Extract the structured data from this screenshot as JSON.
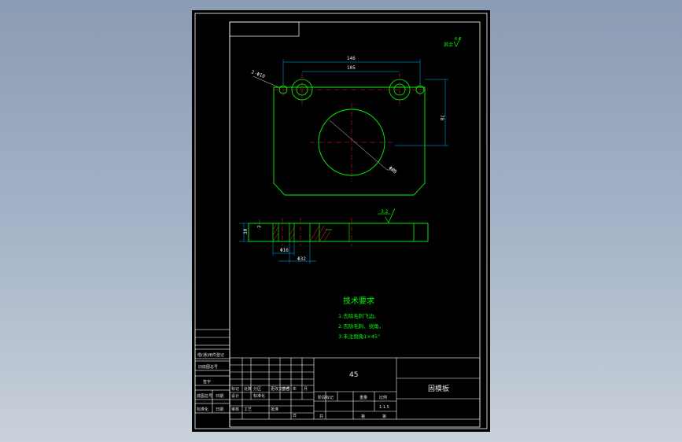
{
  "drawing": {
    "dimensions": {
      "outer_width": "146",
      "hole_spacing": "105",
      "hole_callout": "2-Φ10",
      "height": "78",
      "big_hole": "Φ80",
      "thickness": "30",
      "counterbore_small": "Φ16",
      "counterbore_large": "Φ32",
      "step": "7"
    },
    "roughness": {
      "general": "6.4",
      "general_label": "其余",
      "surface": "3.2"
    },
    "tech_requirements": {
      "title": "技术要求",
      "items": [
        "1.去除毛刺飞边。",
        "2.去除毛刺、锐角。",
        "3.未注倒角1×45°"
      ]
    },
    "title_block": {
      "material": "45",
      "part_name": "固模板",
      "scale": "1:1.5",
      "labels": {
        "sheet_count": "共",
        "sheet": "第",
        "stage": "阶段标记",
        "weight": "重量",
        "scale_label": "比例",
        "design": "设计",
        "review": "审核",
        "process": "工艺",
        "approve": "批准",
        "date": "日期",
        "sign": "签名",
        "mark": "标记",
        "count": "处数",
        "zone": "分区",
        "change_doc": "更改文件号",
        "year": "年",
        "month": "月",
        "day": "日",
        "std": "标准化",
        "borrow": "借(通)用件登记",
        "old_ref": "旧底图总号",
        "sign_date": "签字",
        "base_no": "底图总号"
      }
    }
  },
  "colors": {
    "part_lines": "#00ff00",
    "center_lines": "#ff2020",
    "dim_lines": "#00b0ff",
    "frame": "#ffffff",
    "hatch": "#ff3030"
  }
}
